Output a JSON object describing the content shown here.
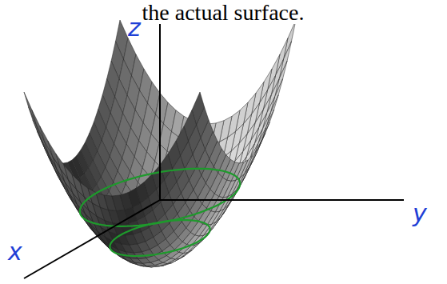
{
  "diagram": {
    "labels": [
      "the actual surface.",
      "z",
      "y",
      "x"
    ]
  }
}
